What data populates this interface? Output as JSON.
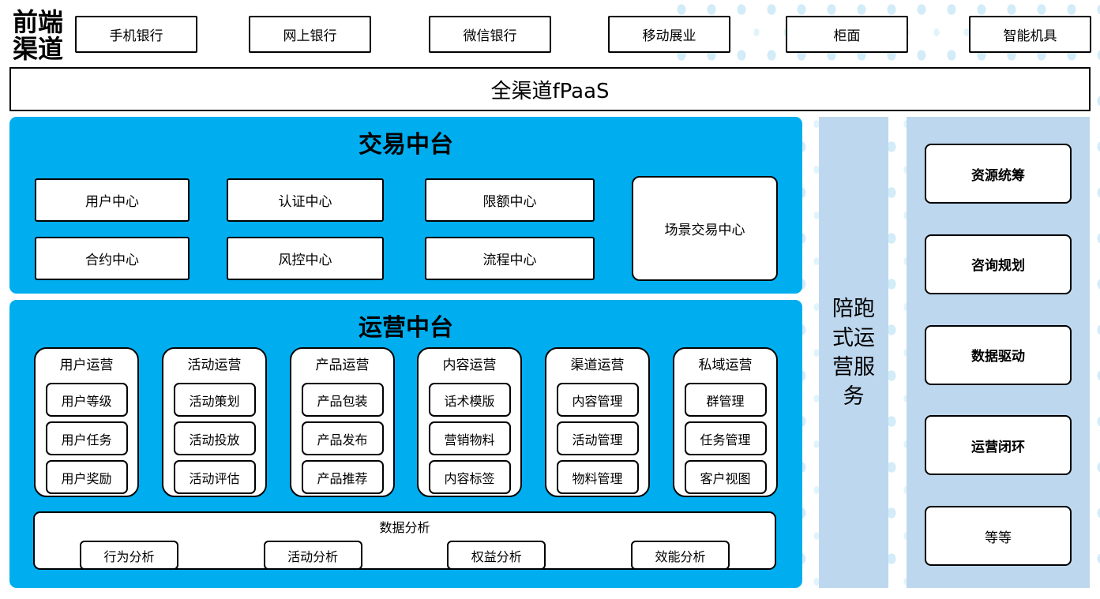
{
  "front_channels": {
    "label": "前端渠道",
    "items": [
      "手机银行",
      "网上银行",
      "微信银行",
      "移动展业",
      "柜面",
      "智能机具"
    ]
  },
  "fpaas": {
    "label": "全渠道fPaaS"
  },
  "trade_platform": {
    "title": "交易中台",
    "row1": [
      "用户中心",
      "认证中心",
      "限额中心"
    ],
    "row2": [
      "合约中心",
      "风控中心",
      "流程中心"
    ],
    "scene_center": "场景交易中心"
  },
  "operation_platform": {
    "title": "运营中台",
    "columns": [
      {
        "title": "用户运营",
        "items": [
          "用户等级",
          "用户任务",
          "用户奖励"
        ]
      },
      {
        "title": "活动运营",
        "items": [
          "活动策划",
          "活动投放",
          "活动评估"
        ]
      },
      {
        "title": "产品运营",
        "items": [
          "产品包装",
          "产品发布",
          "产品推荐"
        ]
      },
      {
        "title": "内容运营",
        "items": [
          "话术模版",
          "营销物料",
          "内容标签"
        ]
      },
      {
        "title": "渠道运营",
        "items": [
          "内容管理",
          "活动管理",
          "物料管理"
        ]
      },
      {
        "title": "私域运营",
        "items": [
          "群管理",
          "任务管理",
          "客户视图"
        ]
      }
    ],
    "data_analysis": {
      "title": "数据分析",
      "items": [
        "行为分析",
        "活动分析",
        "权益分析",
        "效能分析"
      ]
    }
  },
  "companion_bar": {
    "label": "陪跑式运营服务"
  },
  "right_column": {
    "items": [
      "资源统筹",
      "咨询规划",
      "数据驱动",
      "运营闭环",
      "等等"
    ]
  },
  "colors": {
    "primary_blue": "#00aeef",
    "light_blue": "#bdd7ee",
    "dot_color": "#d2ecf8",
    "border": "#000000"
  }
}
